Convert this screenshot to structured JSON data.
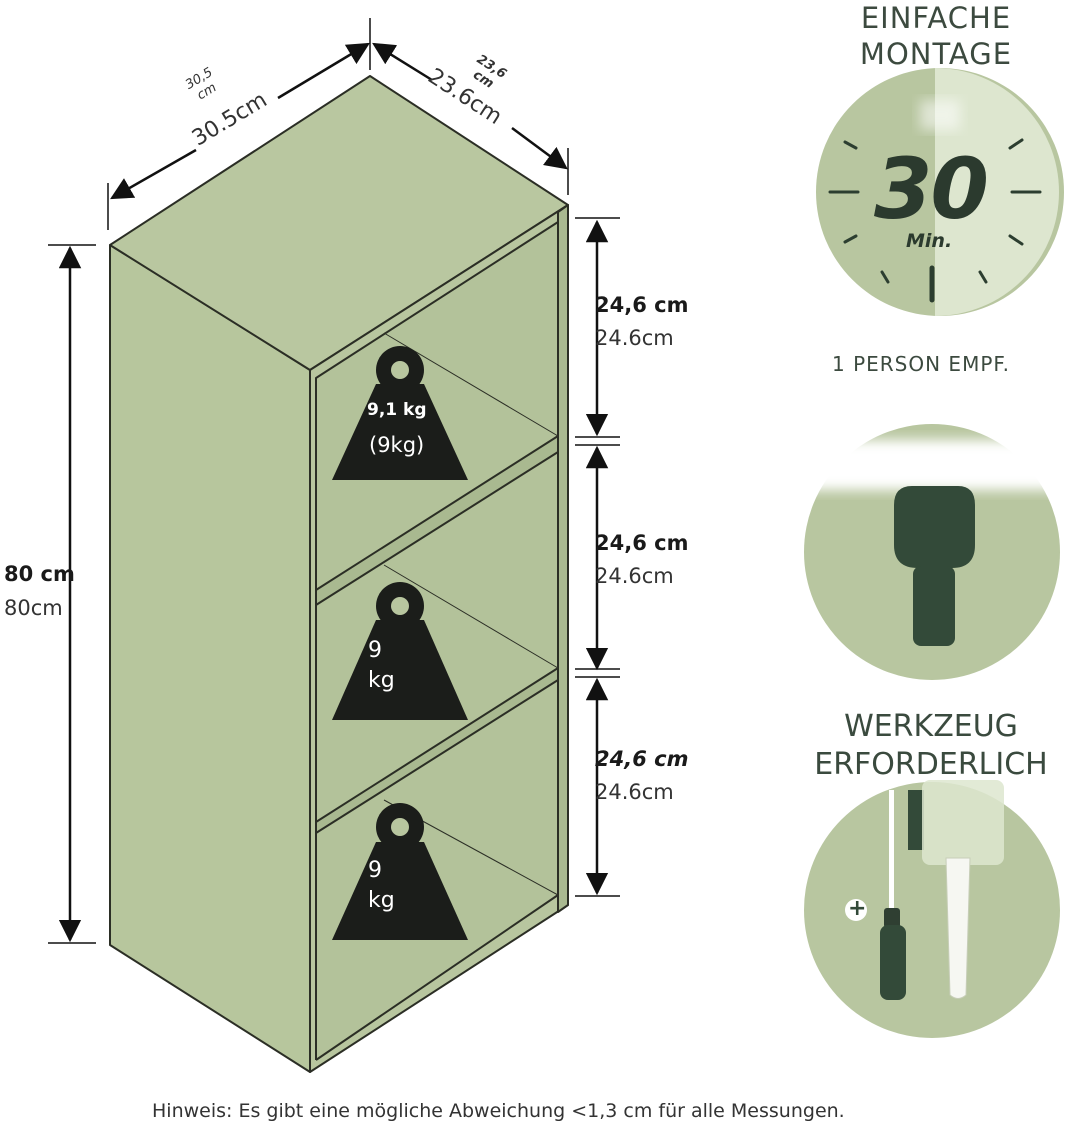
{
  "cabinet": {
    "width": {
      "label_small": "30,5",
      "unit_small": "cm",
      "label_main": "30.5cm"
    },
    "depth": {
      "label_small": "23,6",
      "unit_small": "cm",
      "label_main": "23.6cm"
    },
    "height": {
      "label_bold": "80 cm",
      "label": "80cm"
    },
    "compartments": [
      {
        "label_bold": "24,6 cm",
        "label": "24.6cm",
        "weight_line1": "9,1 kg",
        "weight_line2": "(9kg)"
      },
      {
        "label_bold": "24,6 cm",
        "label": "24.6cm",
        "weight_line1": "9",
        "weight_line2": "kg"
      },
      {
        "label_bold": "24,6 cm",
        "label": "24.6cm",
        "weight_line1": "9",
        "weight_line2": "kg"
      }
    ]
  },
  "assembly": {
    "title_line1": "EINFACHE",
    "title_line2": "MONTAGE",
    "minutes": "30",
    "minutes_unit": "Min.",
    "persons": "1 PERSON EMPF."
  },
  "tools": {
    "title_line1": "WERKZEUG",
    "title_line2": "ERFORDERLICH",
    "plus_symbol": "+"
  },
  "footnote": "Hinweis: Es gibt eine mögliche Abweichung <1,3 cm für alle Messungen.",
  "colors": {
    "panel": "#b9c7a0",
    "panel_dark": "#a9b990",
    "outline": "#2b2e25",
    "weight": "#1b1d1a",
    "circle_fill": "#b8c6a0",
    "circle_light": "#dde6cf",
    "tool_dark": "#334a39"
  }
}
